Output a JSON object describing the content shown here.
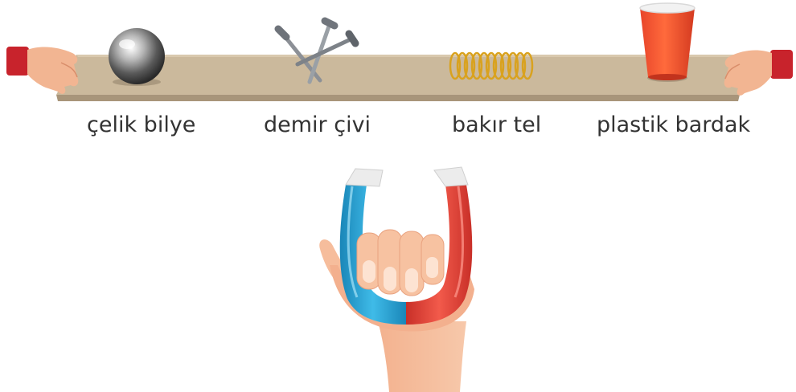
{
  "items": [
    {
      "label": "çelik bilye",
      "object": "steel-ball"
    },
    {
      "label": "demir çivi",
      "object": "iron-nails"
    },
    {
      "label": "bakır tel",
      "object": "copper-coil"
    },
    {
      "label": "plastik bardak",
      "object": "plastic-cup"
    }
  ],
  "magnet": {
    "object": "horseshoe-magnet",
    "pole_colors": [
      "#2aa7d8",
      "#e8433a"
    ]
  },
  "board": {
    "color": "#c9b79a"
  }
}
